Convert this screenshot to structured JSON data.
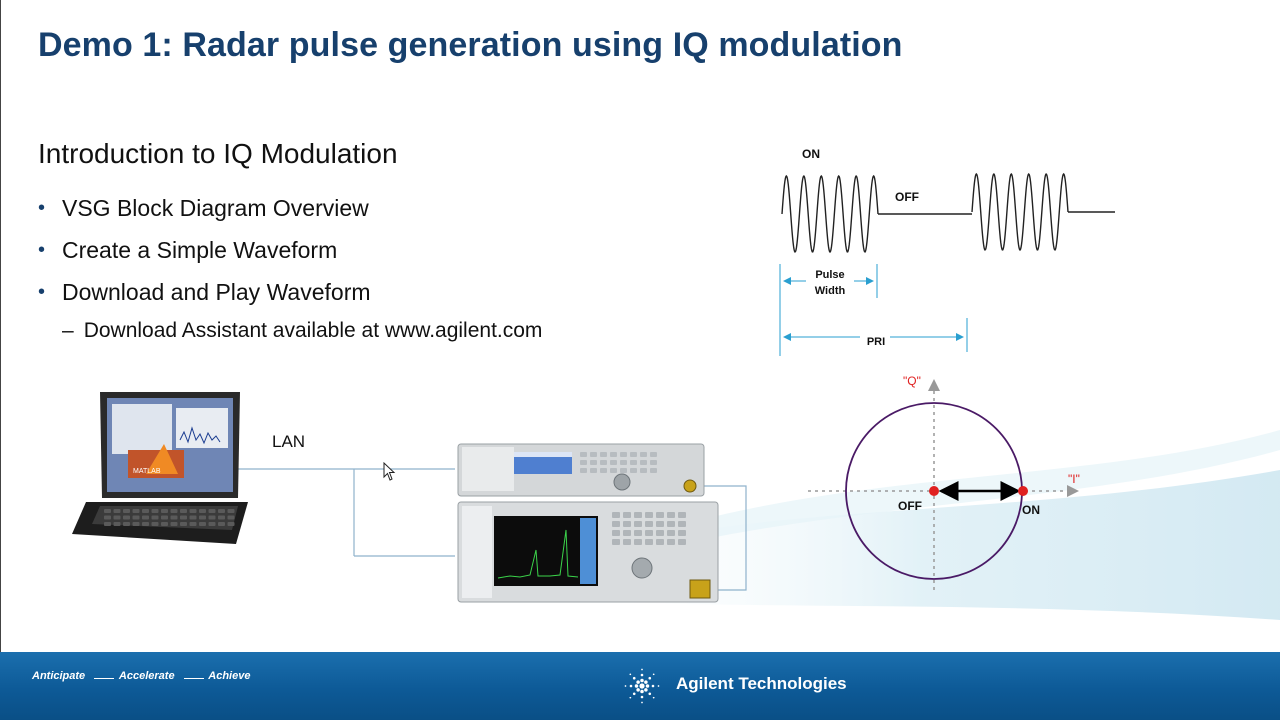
{
  "slide": {
    "title": "Demo 1: Radar pulse generation using IQ modulation",
    "subtitle": "Introduction to IQ Modulation",
    "bullets": [
      "VSG Block Diagram Overview",
      "Create a Simple Waveform",
      "Download and Play Waveform"
    ],
    "sub_bullet": "Download Assistant available at www.agilent.com",
    "bullet_glyph": "•",
    "sub_bullet_glyph": "–"
  },
  "setup": {
    "lan_label": "LAN",
    "laptop_screen_text": "MATLAB"
  },
  "pulse_diagram": {
    "on_label": "ON",
    "off_label": "OFF",
    "pulse_width_line1": "Pulse",
    "pulse_width_line2": "Width",
    "pri_label": "PRI"
  },
  "iq_diagram": {
    "q_label": "\"Q\"",
    "i_label": "\"I\"",
    "off_label": "OFF",
    "on_label": "ON",
    "circle_color": "#4a1a66",
    "point_color": "#e02020",
    "axis_label_color": "#e02020"
  },
  "footer": {
    "tagline_1": "Anticipate",
    "tagline_2": "Accelerate",
    "tagline_3": "Achieve",
    "brand": "Agilent Technologies"
  },
  "colors": {
    "title": "#17406d",
    "footer": "#0d5a97",
    "dimension_arrows": "#2a9fd0"
  }
}
